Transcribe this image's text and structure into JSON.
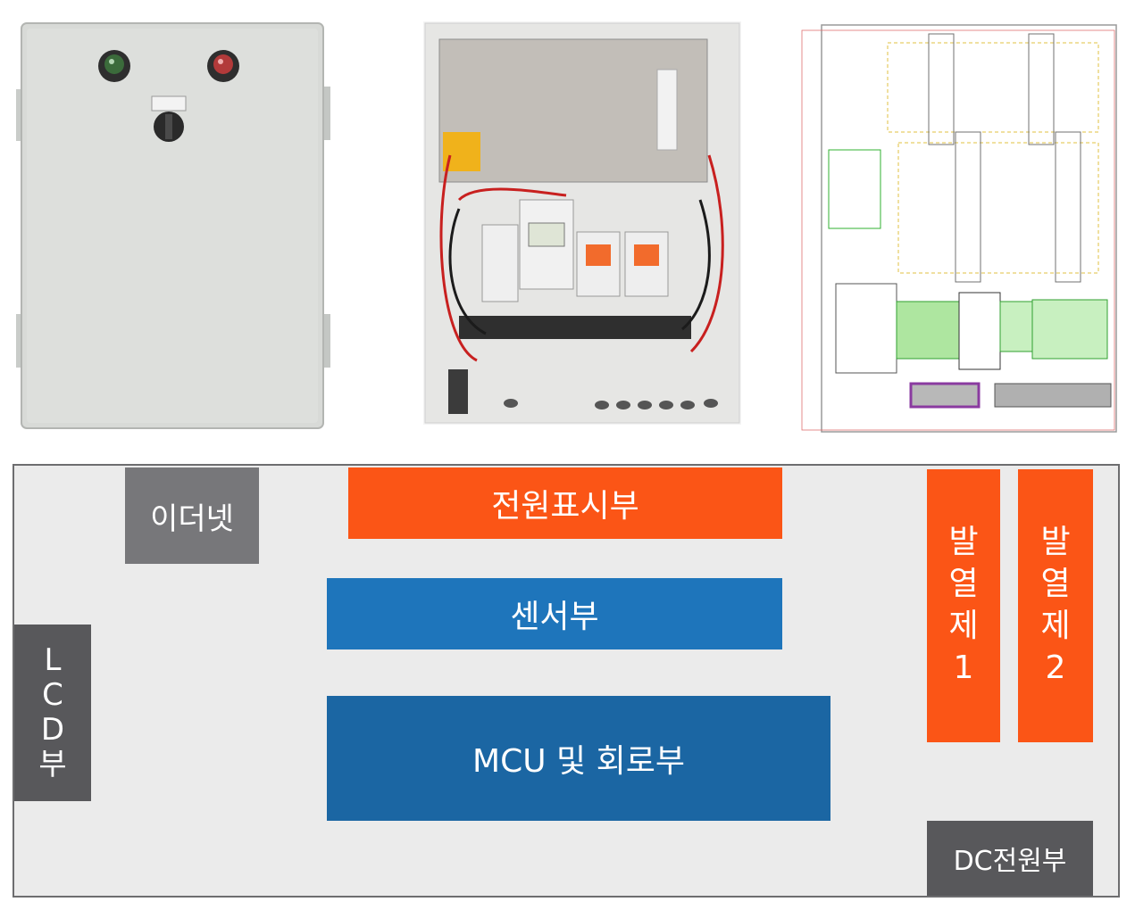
{
  "photos": {
    "enclosure_closed": "closed enclosure box",
    "enclosure_open": "open enclosure with wiring",
    "cad_layout": "CAD layout drawing"
  },
  "layout": {
    "ethernet": "이더넷",
    "power_display": "전원표시부",
    "sensor": "센서부",
    "mcu": "MCU 및 회로부",
    "lcd": [
      "L",
      "C",
      "D",
      "부"
    ],
    "heater1": [
      "발",
      "열",
      "제",
      "1"
    ],
    "heater2": [
      "발",
      "열",
      "제",
      "2"
    ],
    "dc_power": "DC전원부"
  },
  "colors": {
    "orange": "#fb5516",
    "blue": "#1e75bb",
    "navy": "#1b66a3",
    "gray": "#77777a",
    "dark_gray": "#58585b",
    "panel_bg": "#ebebeb"
  }
}
